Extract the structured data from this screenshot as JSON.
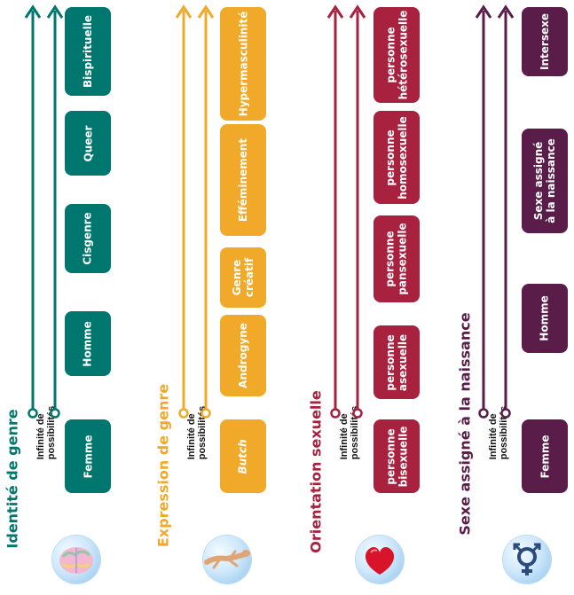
{
  "infinity_label": "Infinité de\npossibilités",
  "columns": [
    {
      "title": "Identité de genre",
      "color": "#00776e",
      "icon": "brain-icon",
      "items": [
        "Femme",
        "Homme",
        "Cisgenre",
        "Queer",
        "Bispirituelle"
      ]
    },
    {
      "title": "Expression de genre",
      "color": "#f0a928",
      "icon": "body-silhouette-icon",
      "items": [
        "Butch",
        "Androgyne",
        "Genre\ncréatif",
        "Efféminement",
        "Hypermasculinité"
      ]
    },
    {
      "title": "Orientation sexuelle",
      "color": "#a8213f",
      "icon": "heart-icon",
      "items": [
        "personne\nbisexuelle",
        "personne\nasexuelle",
        "personne\npansexuelle",
        "personne\nhomosexuelle",
        "personne\nhétérosexuelle"
      ]
    },
    {
      "title": "Sexe assigné à la naissance",
      "color": "#5a1d4a",
      "icon": "gender-symbol-icon",
      "items": [
        "Femme",
        "Homme",
        "Sexe assigné\nà la naissance",
        "Intersexe"
      ]
    }
  ]
}
